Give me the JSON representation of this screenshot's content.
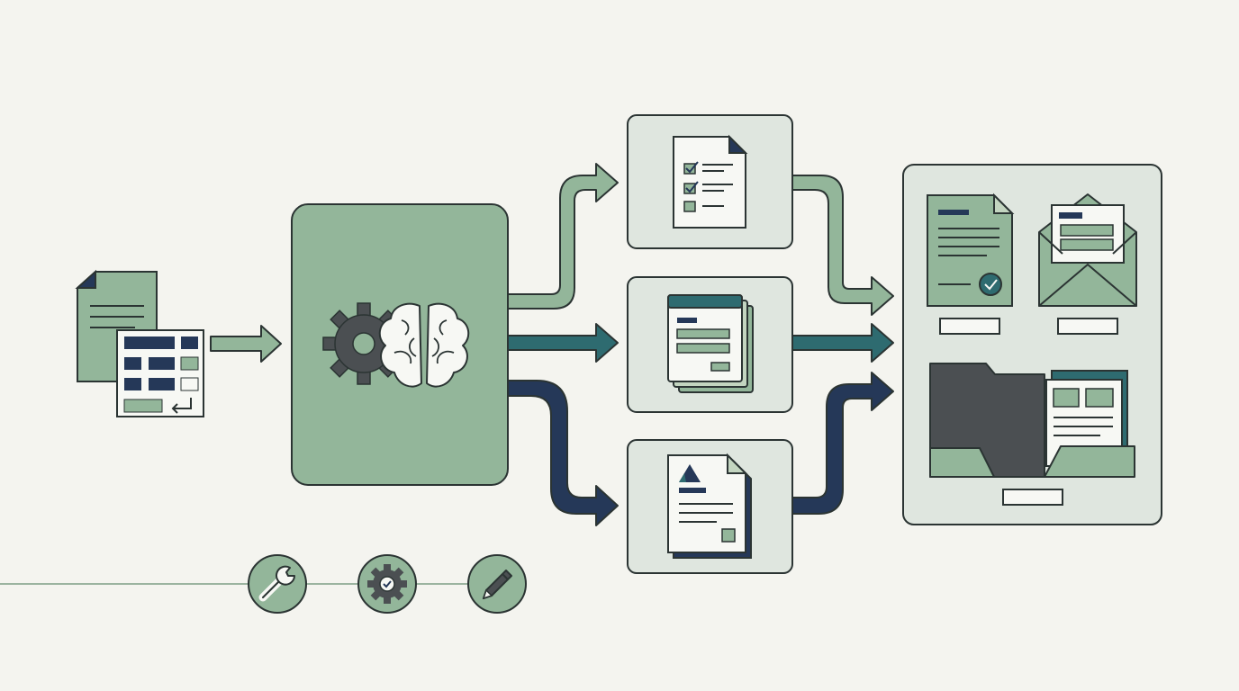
{
  "colors": {
    "background": "#f4f4ef",
    "outline": "#2b3433",
    "sage": "#93b69a",
    "sage_light": "#c3d5c0",
    "panel": "#dfe6df",
    "teal": "#2e6b70",
    "navy": "#253858",
    "charcoal": "#4b4f52",
    "paper": "#f7f8f4",
    "timeline": "#9bb4a0"
  },
  "nodes": {
    "input": {
      "icons": [
        "document-icon",
        "spreadsheet-icon"
      ]
    },
    "processor": {
      "icons": [
        "gear-icon",
        "brain-icon"
      ]
    },
    "outputs": [
      {
        "icon": "checklist-document-icon",
        "flow_color": "sage"
      },
      {
        "icon": "form-stack-icon",
        "flow_color": "teal"
      },
      {
        "icon": "report-document-icon",
        "flow_color": "navy"
      }
    ],
    "destination": {
      "icons": [
        "certificate-document-icon",
        "mail-envelope-icon",
        "folder-icon"
      ]
    }
  },
  "toolbar": {
    "tools": [
      {
        "icon": "wrench-icon"
      },
      {
        "icon": "gear-check-icon"
      },
      {
        "icon": "pencil-icon"
      }
    ]
  }
}
